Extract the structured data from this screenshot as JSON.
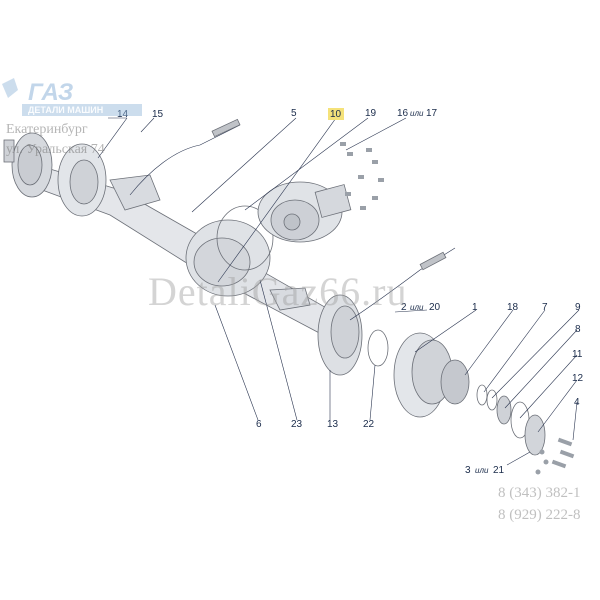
{
  "watermark": {
    "logo_text": "ГАЗ",
    "logo_sub": "ДЕТАЛИ МАШИН",
    "city": "Екатеринбург",
    "address": "ул. Уральская 74",
    "site": "DetaliGaz66.ru",
    "phone_1": "8 (343) 382-1",
    "phone_2": "8 (929) 222-8"
  },
  "colors": {
    "highlight": "#f5e27a",
    "callout_text": "#1a2b4a",
    "part_fill": "#e4e6ea",
    "part_stroke": "#6c7078",
    "logo_blue": "#8fb4d8"
  },
  "callouts": {
    "c1": "1",
    "c2": "2",
    "c2_or": "или",
    "c20": "20",
    "c3": "3",
    "c3_or": "или",
    "c21": "21",
    "c4": "4",
    "c5": "5",
    "c6": "6",
    "c7": "7",
    "c8": "8",
    "c9": "9",
    "c10": "10",
    "c11": "11",
    "c12": "12",
    "c13": "13",
    "c14": "14",
    "c15": "15",
    "c16": "16",
    "c16_or": "или",
    "c17": "17",
    "c18": "18",
    "c19": "19",
    "c22": "22",
    "c23": "23"
  }
}
